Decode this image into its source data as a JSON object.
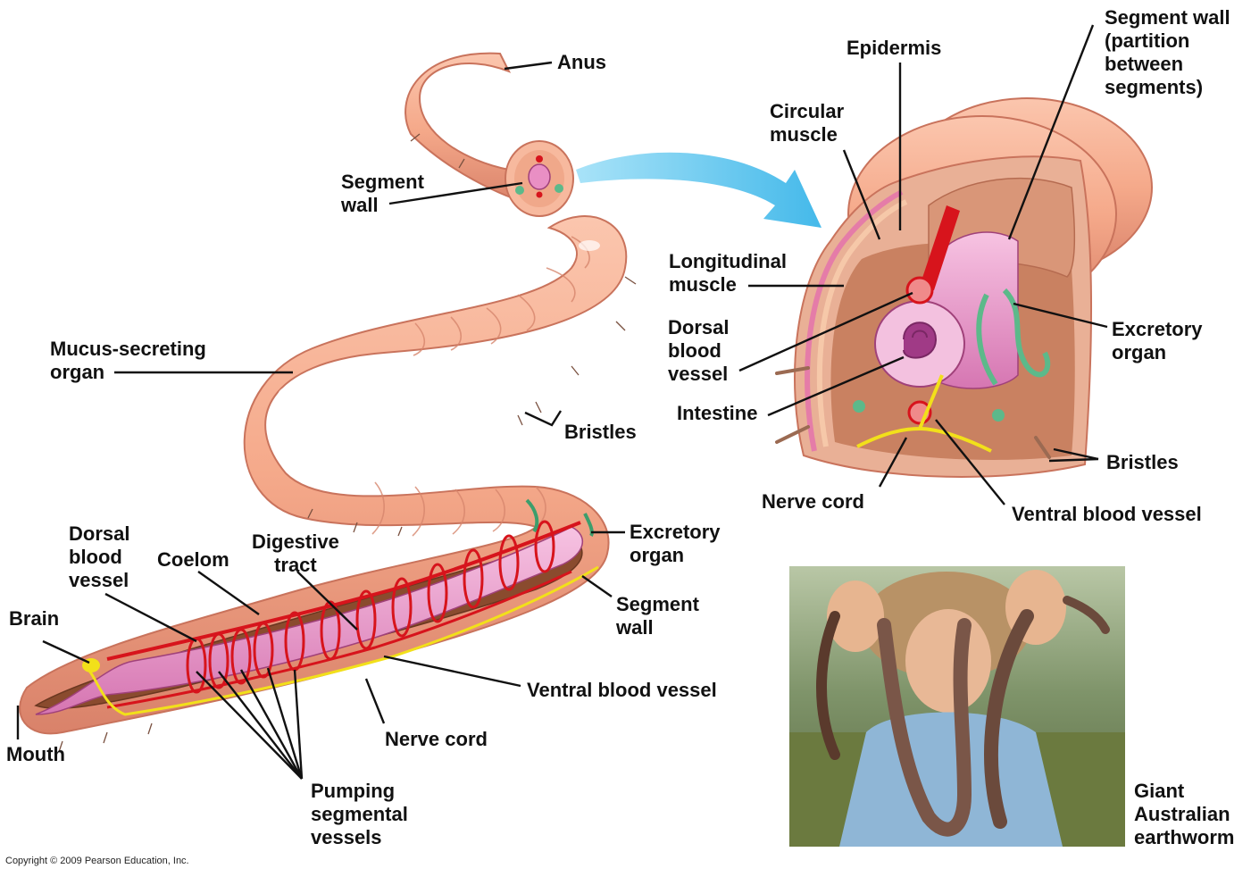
{
  "labels": {
    "anus": "Anus",
    "segment_wall_top": "Segment\nwall",
    "mucus_secreting_organ": "Mucus-secreting\norgan",
    "bristles_main": "Bristles",
    "excretory_organ_main": "Excretory\norgan",
    "segment_wall_main": "Segment\nwall",
    "dorsal_blood_vessel_main": "Dorsal\nblood\nvessel",
    "coelom": "Coelom",
    "digestive_tract": "Digestive\ntract",
    "brain": "Brain",
    "mouth": "Mouth",
    "ventral_blood_vessel_main": "Ventral blood vessel",
    "nerve_cord_main": "Nerve cord",
    "pumping_segmental_vessels": "Pumping\nsegmental\nvessels",
    "epidermis": "Epidermis",
    "segment_wall_partition": "Segment wall\n(partition\nbetween\nsegments)",
    "circular_muscle": "Circular\nmuscle",
    "longitudinal_muscle": "Longitudinal\nmuscle",
    "dorsal_blood_vessel_section": "Dorsal\nblood\nvessel",
    "intestine": "Intestine",
    "excretory_organ_section": "Excretory\norgan",
    "bristles_section": "Bristles",
    "nerve_cord_section": "Nerve cord",
    "ventral_blood_vessel_section": "Ventral blood vessel",
    "giant_worm_caption": "Giant\nAustralian\nearthworm"
  },
  "copyright": "Copyright © 2009 Pearson Education, Inc.",
  "colors": {
    "worm_skin": "#f5a98a",
    "worm_shadow": "#d9826a",
    "blood_vessel": "#d7141c",
    "gut": "#e98fc4",
    "nerve": "#f2e01a",
    "excretory": "#5cb98a",
    "arrow": "#5bc4ee"
  }
}
